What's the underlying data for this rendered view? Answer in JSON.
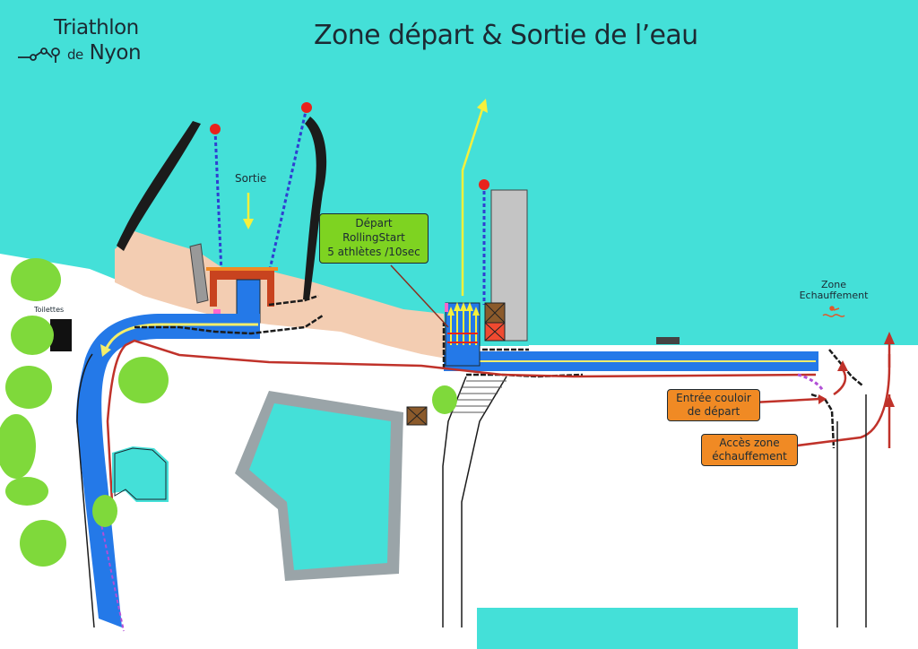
{
  "logo": {
    "line1": "Triathlon",
    "line2_small": "de",
    "line2_big": "Nyon"
  },
  "title": "Zone départ & Sortie de l’eau",
  "labels": {
    "sortie": "Sortie",
    "depart_line1": "Départ",
    "depart_line2": "RollingStart",
    "depart_line3": "5 athlètes /10sec",
    "zone_line1": "Zone",
    "zone_line2": "Echauffement",
    "toilettes": "Toilettes",
    "entree_line1": "Entrée couloir",
    "entree_line2": "de départ",
    "acces_line1": "Accès zone",
    "acces_line2": "échauffement"
  },
  "colors": {
    "lake": "#44e0d8",
    "beach": "#f3cdb2",
    "swim_lane": "#2479e8",
    "path_arrow": "#f5ee6a",
    "start_arrows": "#f6f03c",
    "route_red": "#c0322a",
    "tree": "#7fd93b",
    "pool_border": "#9aa4a8",
    "pontoon": "#c4c4c4",
    "depart_box": "#7ed321",
    "info_box": "#f08a24",
    "buoy": "#e8231c",
    "rock": "#1b1b1b"
  },
  "icons": [
    "buoy-icon",
    "swimmer-icon",
    "direction-arrow-icon",
    "crate-icon"
  ]
}
